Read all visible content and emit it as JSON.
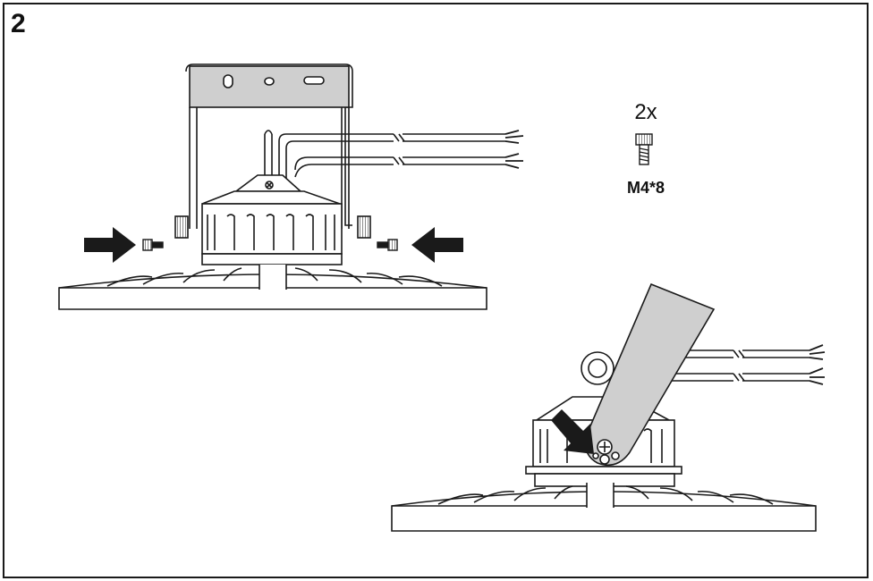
{
  "step": {
    "number": "2"
  },
  "hardware": {
    "quantity": "2x",
    "screw_spec": "M4*8"
  },
  "icons": {
    "screw": "screw-icon",
    "arrow": "arrow-right-icon",
    "lamp": "high-bay-lamp-icon",
    "bracket": "mounting-bracket-icon",
    "cable": "power-cable-icon"
  },
  "colors": {
    "line": "#1a1a1a",
    "bracket_fill": "#cfcfcf",
    "background": "#ffffff"
  }
}
